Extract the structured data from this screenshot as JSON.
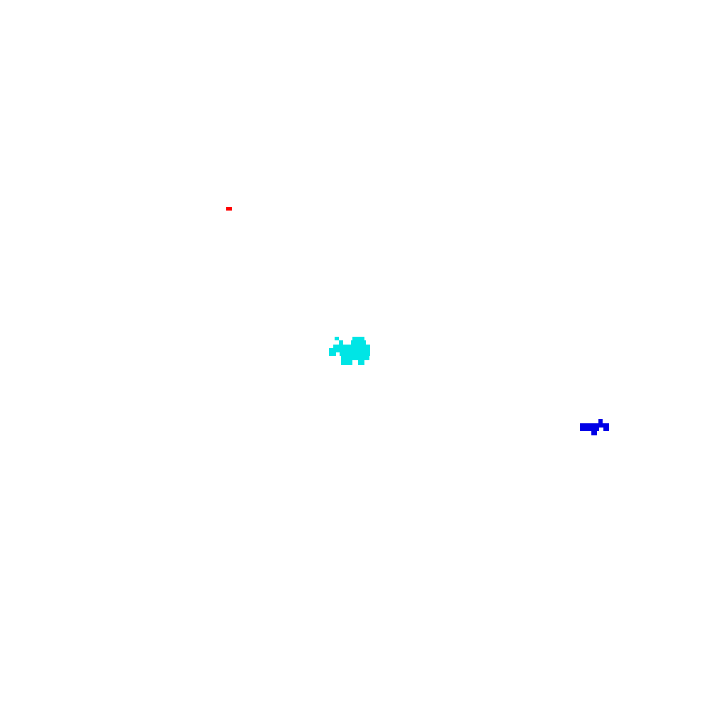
{
  "game": {
    "background_color": "#ffffff",
    "entities": [
      {
        "kind": "food-pellet",
        "color": "#ff0000"
      },
      {
        "kind": "player-blob",
        "color": "#00e5e5"
      },
      {
        "kind": "enemy-blob",
        "color": "#0000e6"
      }
    ]
  }
}
